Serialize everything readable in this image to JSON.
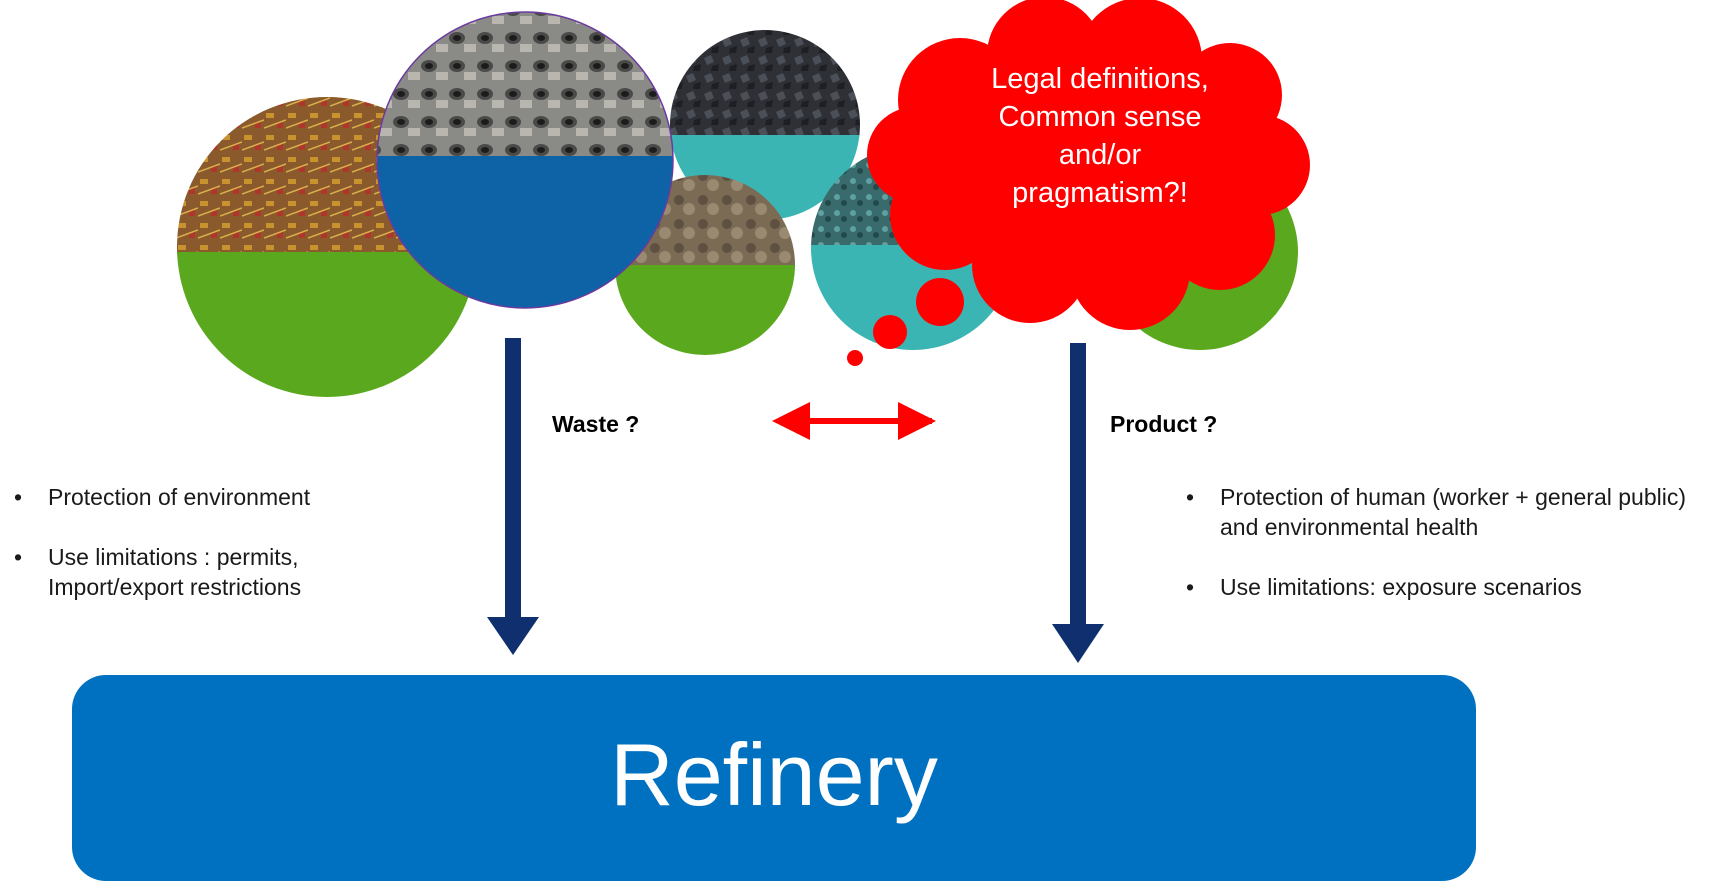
{
  "labels": {
    "waste": "Waste ?",
    "product": "Product ?"
  },
  "left_bullets": [
    "Protection of environment",
    "Use limitations : permits, Import/export restrictions"
  ],
  "right_bullets": [
    "Protection of human (worker + general public) and environmental health",
    "Use limitations: exposure scenarios"
  ],
  "thought_cloud": {
    "lines": [
      "Legal definitions,",
      "Common sense",
      "and/or",
      "pragmatism?!"
    ]
  },
  "destination": {
    "label": "Refinery"
  },
  "colors": {
    "green": "#5aa81e",
    "blue": "#0d63a5",
    "teal": "#3bb5b3",
    "red": "#ff0000",
    "navy_arrow": "#0f2f6e",
    "refinery_blue": "#0070c0"
  },
  "images": [
    "circuit-board-photo",
    "catalytic-converters-photo",
    "dark-ore-photo",
    "rock-rubble-photo",
    "green-slag-photo"
  ]
}
